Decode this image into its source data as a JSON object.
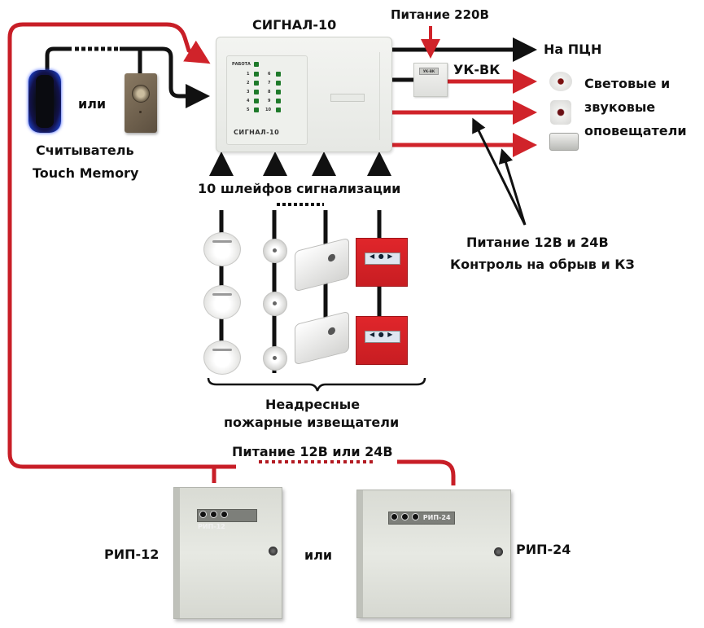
{
  "diagram": {
    "title": "Схема подключения прибора Сигнал-10",
    "colors": {
      "power_line": "#d0232a",
      "signal_line": "#111111",
      "background": "#ffffff",
      "reader_glow": "#2255ff",
      "mcp_red": "#d42025",
      "led_green": "#1e7a2a"
    },
    "controller": {
      "label": "СИГНАЛ-10",
      "panel_name": "СИГНАЛ-10",
      "status_led_label": "РАБОТА",
      "zone_leds": [
        "1",
        "2",
        "3",
        "4",
        "5",
        "6",
        "7",
        "8",
        "9",
        "10"
      ]
    },
    "power_220": {
      "label": "Питание 220В"
    },
    "ukvk": {
      "label": "УК-ВК",
      "tag": "УК-ВК"
    },
    "pcn_output": {
      "label": "На ПЦН"
    },
    "notifiers": {
      "label_line1": "Световые и",
      "label_line2": "звуковые",
      "label_line3": "оповещатели",
      "items": [
        "strobe-round",
        "siren-square",
        "light-board"
      ]
    },
    "notifier_power_note": {
      "line1": "Питание 12В и 24В",
      "line2": "Контроль на обрыв и КЗ"
    },
    "reader": {
      "or_label": "или",
      "label_line1": "Считыватель",
      "label_line2": "Touch Memory"
    },
    "loops": {
      "label": "10 шлейфов сигнализации",
      "count": 10
    },
    "detectors": {
      "label_line1": "Неадресные",
      "label_line2": "пожарные извещатели",
      "columns": [
        "smoke-detector",
        "heat-detector",
        "ir-detector",
        "manual-call-point"
      ]
    },
    "power_supply": {
      "label": "Питание 12В или 24В",
      "or_label": "или",
      "rip12": {
        "label": "РИП-12",
        "plate": "РИП-12"
      },
      "rip24": {
        "label": "РИП-24",
        "plate": "РИП-24"
      }
    }
  }
}
